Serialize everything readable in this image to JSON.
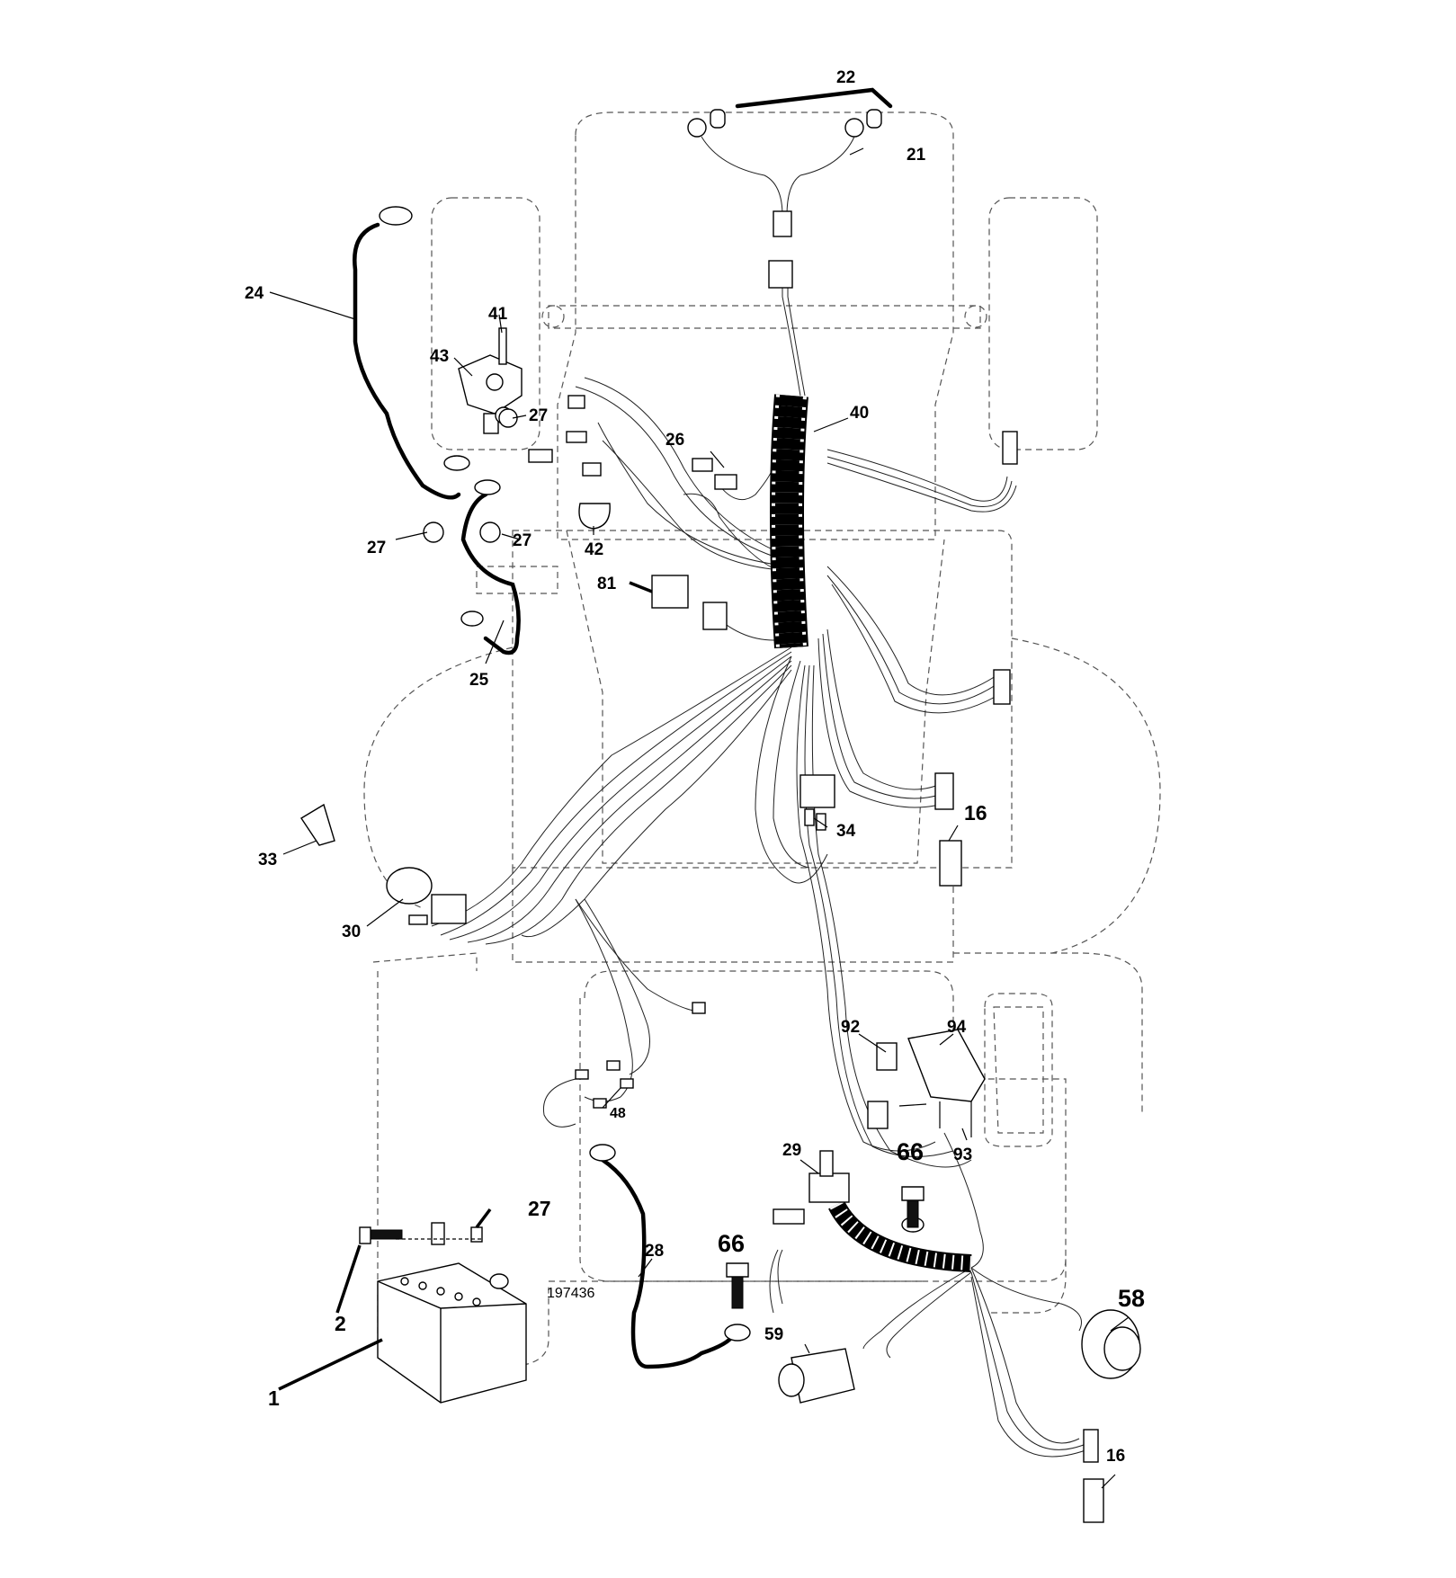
{
  "diagram": {
    "reference_number": "197436",
    "callouts": {
      "c1": "1",
      "c2": "2",
      "c16a": "16",
      "c16b": "16",
      "c21": "21",
      "c22": "22",
      "c24": "24",
      "c25": "25",
      "c26": "26",
      "c27a": "27",
      "c27b": "27",
      "c27c": "27",
      "c27d": "27",
      "c28": "28",
      "c29": "29",
      "c30": "30",
      "c33": "33",
      "c34": "34",
      "c40": "40",
      "c41": "41",
      "c42": "42",
      "c43": "43",
      "c48": "48",
      "c58": "58",
      "c59": "59",
      "c66a": "66",
      "c66b": "66",
      "c81": "81",
      "c92": "92",
      "c93": "93",
      "c94": "94"
    }
  }
}
